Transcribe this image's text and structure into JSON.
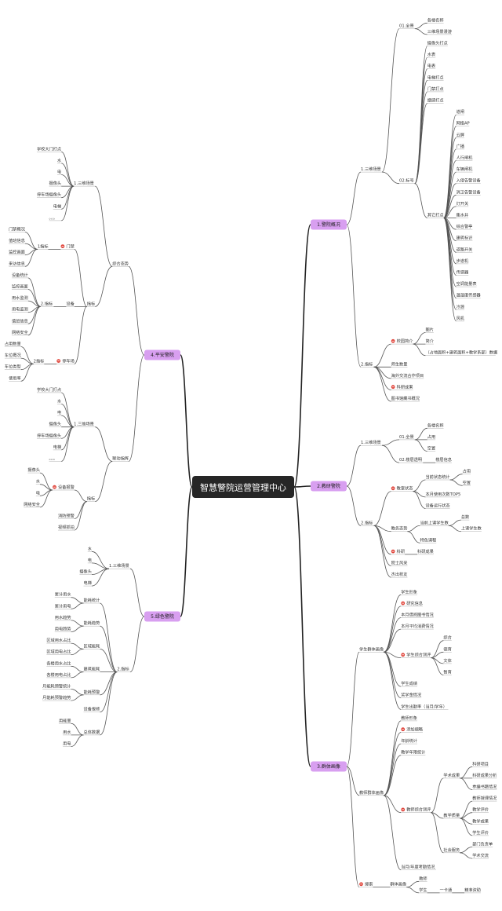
{
  "center": "智慧警院运营管理中心",
  "colors": {
    "branch": "#d89ff0",
    "center": "#262626",
    "flag": "#e0443a"
  },
  "branches": [
    {
      "name": "1.警院概况",
      "side": "right",
      "children": [
        {
          "label": "1.三维场景",
          "children": [
            {
              "label": "01.全景",
              "children": [
                {
                  "label": "各楼名称"
                },
                {
                  "label": "三维场景漫游"
                }
              ]
            },
            {
              "label": "02.标号",
              "children": [
                {
                  "label": "摄像头打点"
                },
                {
                  "label": "水表"
                },
                {
                  "label": "电表"
                },
                {
                  "label": "电梯打点"
                },
                {
                  "label": "门禁打点"
                },
                {
                  "label": "烟感打点"
                },
                {
                  "label": "其它打点",
                  "children": [
                    {
                      "label": "道闸"
                    },
                    {
                      "label": "网络AP"
                    },
                    {
                      "label": "云屏"
                    },
                    {
                      "label": "广播"
                    },
                    {
                      "label": "人行闸机"
                    },
                    {
                      "label": "车辆闸机"
                    },
                    {
                      "label": "入侵告警设备"
                    },
                    {
                      "label": "消卫告警设备"
                    },
                    {
                      "label": "灯开关"
                    },
                    {
                      "label": "集水井"
                    },
                    {
                      "label": "综合警亭"
                    },
                    {
                      "label": "建筑标识"
                    },
                    {
                      "label": "道路开关"
                    },
                    {
                      "label": "步道机"
                    },
                    {
                      "label": "传感器"
                    },
                    {
                      "label": "空调能量表"
                    },
                    {
                      "label": "温湿度传感器"
                    },
                    {
                      "label": "冷源"
                    },
                    {
                      "label": "风机"
                    }
                  ]
                }
              ]
            }
          ]
        },
        {
          "label": "2.指标",
          "children": [
            {
              "label": "校园简介",
              "flag": true,
              "children": [
                {
                  "label": "图片"
                },
                {
                  "label": "简介"
                },
                {
                  "label": "（占地面积+建筑面积+教学系部）数据"
                }
              ]
            },
            {
              "label": "师生数量"
            },
            {
              "label": "海外交流合作项目"
            },
            {
              "label": "科研成果",
              "flag": true
            },
            {
              "label": "图书馆藏书概况"
            }
          ]
        }
      ]
    },
    {
      "name": "2.教研警院",
      "side": "right",
      "children": [
        {
          "label": "1.三维场景",
          "children": [
            {
              "label": "01.全景",
              "children": [
                {
                  "label": "各楼名称"
                },
                {
                  "label": "占用"
                },
                {
                  "label": "空置"
                }
              ]
            },
            {
              "label": "02.楼层透明",
              "children": [
                {
                  "label": "楼层信息"
                }
              ]
            }
          ]
        },
        {
          "label": "2.指标",
          "children": [
            {
              "label": "教室状态",
              "flag": true,
              "children": [
                {
                  "label": "当前状态统计",
                  "children": [
                    {
                      "label": "占用"
                    },
                    {
                      "label": "空置"
                    }
                  ]
                },
                {
                  "label": "本月使用次数TOP5"
                },
                {
                  "label": "设备运行状态"
                }
              ]
            },
            {
              "label": "教务态势",
              "children": [
                {
                  "label": "当前上课学生数",
                  "children": [
                    {
                      "label": "总数"
                    },
                    {
                      "label": "上课学生数"
                    }
                  ]
                },
                {
                  "label": "特色课程"
                }
              ]
            },
            {
              "label": "科研",
              "flag": true,
              "children": [
                {
                  "label": "科研成果"
                }
              ]
            },
            {
              "label": "院士风采"
            },
            {
              "label": "杰出校友"
            }
          ]
        }
      ]
    },
    {
      "name": "3.群体画像",
      "side": "right",
      "children": [
        {
          "label": "学生群体画像",
          "children": [
            {
              "label": "学生形象"
            },
            {
              "label": "研究信息",
              "flag": true
            },
            {
              "label": "本月借阅图书情况"
            },
            {
              "label": "本月平均消费情况"
            },
            {
              "label": "学生综合测评",
              "flag": true,
              "children": [
                {
                  "label": "综合"
                },
                {
                  "label": "德育"
                },
                {
                  "label": "文体"
                },
                {
                  "label": "智育"
                }
              ]
            },
            {
              "label": "学生成绩"
            },
            {
              "label": "奖学金情况"
            },
            {
              "label": "学生出勤率（当月/学年）"
            }
          ]
        },
        {
          "label": "教师群体画像",
          "children": [
            {
              "label": "教师形象"
            },
            {
              "label": "添加缩略",
              "flag": true
            },
            {
              "label": "年龄统计"
            },
            {
              "label": "教学年限统计"
            },
            {
              "label": "教师综合测评",
              "flag": true,
              "children": [
                {
                  "label": "学术成果",
                  "children": [
                    {
                      "label": "科研项目"
                    },
                    {
                      "label": "科研成果分析"
                    },
                    {
                      "label": "参编书籍情况"
                    }
                  ]
                },
                {
                  "label": "教学质量",
                  "children": [
                    {
                      "label": "教师授课情况"
                    },
                    {
                      "label": "教学评价"
                    },
                    {
                      "label": "教学成果"
                    },
                    {
                      "label": "学生评价"
                    }
                  ]
                },
                {
                  "label": "社会服务",
                  "children": [
                    {
                      "label": "部门负责单"
                    },
                    {
                      "label": "学术交流"
                    }
                  ]
                }
              ]
            },
            {
              "label": "当月/年度考勤情况"
            }
          ]
        },
        {
          "label": "搜索",
          "flag": true,
          "children": [
            {
              "label": "群体画像",
              "children": [
                {
                  "label": "教师"
                },
                {
                  "label": "学生",
                  "children": [
                    {
                      "label": "一卡通",
                      "children": [
                        {
                          "label": "精准资助"
                        }
                      ]
                    }
                  ]
                }
              ]
            }
          ]
        }
      ]
    },
    {
      "name": "4.平安警院",
      "side": "left",
      "children": [
        {
          "label": "综合态势",
          "children": [
            {
              "label": "1.三维场景",
              "children": [
                {
                  "label": "学校大门打点"
                },
                {
                  "label": "水"
                },
                {
                  "label": "电"
                },
                {
                  "label": "摄像头"
                },
                {
                  "label": "停车场摄像头"
                },
                {
                  "label": "电梯"
                },
                {
                  "label": "。。。"
                }
              ]
            },
            {
              "label": "指标",
              "children": [
                {
                  "label": "门禁",
                  "flag": true,
                  "children": [
                    {
                      "label": "1指标",
                      "children": [
                        {
                          "label": "门禁概况"
                        },
                        {
                          "label": "值班信息"
                        },
                        {
                          "label": "监控画面"
                        },
                        {
                          "label": "来访信息"
                        }
                      ]
                    }
                  ]
                },
                {
                  "label": "设备",
                  "children": [
                    {
                      "label": "2.指标",
                      "children": [
                        {
                          "label": "设备统计"
                        },
                        {
                          "label": "监控画面"
                        },
                        {
                          "label": "用水监测"
                        },
                        {
                          "label": "用电监测"
                        },
                        {
                          "label": "值班信息"
                        },
                        {
                          "label": "网络安全"
                        }
                      ]
                    }
                  ]
                },
                {
                  "label": "停车场",
                  "flag": true,
                  "children": [
                    {
                      "label": "2指标",
                      "children": [
                        {
                          "label": "占用数量"
                        },
                        {
                          "label": "车位概况"
                        },
                        {
                          "label": "车位类型"
                        },
                        {
                          "label": "使用率"
                        }
                      ]
                    }
                  ]
                }
              ]
            }
          ]
        },
        {
          "label": "联动指挥",
          "children": [
            {
              "label": "1.三维场景",
              "children": [
                {
                  "label": "学校大门打点"
                },
                {
                  "label": "水"
                },
                {
                  "label": "电"
                },
                {
                  "label": "摄像头"
                },
                {
                  "label": "停车场摄像头"
                },
                {
                  "label": "电梯"
                },
                {
                  "label": "。。。"
                }
              ]
            },
            {
              "label": "指标",
              "children": [
                {
                  "label": "设备报警",
                  "flag": true,
                  "children": [
                    {
                      "label": "摄像头"
                    },
                    {
                      "label": "水"
                    },
                    {
                      "label": "电"
                    },
                    {
                      "label": "网络安全"
                    }
                  ]
                },
                {
                  "label": "消防预警"
                },
                {
                  "label": "视频抓拍"
                }
              ]
            }
          ]
        }
      ]
    },
    {
      "name": "5.绿色警院",
      "side": "left",
      "children": [
        {
          "label": "1.三维场景",
          "children": [
            {
              "label": "水"
            },
            {
              "label": "电"
            },
            {
              "label": "摄像头"
            },
            {
              "label": "电梯"
            }
          ]
        },
        {
          "label": "2.指标",
          "children": [
            {
              "label": "能耗统计",
              "children": [
                {
                  "label": "累计用水"
                },
                {
                  "label": "累计用电"
                }
              ]
            },
            {
              "label": "能耗趋势",
              "children": [
                {
                  "label": "用水趋势"
                },
                {
                  "label": "用电趋势"
                }
              ]
            },
            {
              "label": "区域能耗",
              "children": [
                {
                  "label": "区域用水占比"
                },
                {
                  "label": "区域用电占比"
                }
              ]
            },
            {
              "label": "建筑能耗",
              "children": [
                {
                  "label": "各楼用水占比"
                },
                {
                  "label": "各楼用电占比"
                }
              ]
            },
            {
              "label": "能耗预警",
              "children": [
                {
                  "label": "月能耗预警统计"
                },
                {
                  "label": "月能耗预警趋势"
                }
              ]
            },
            {
              "label": "设备报修"
            },
            {
              "label": "总体数据",
              "children": [
                {
                  "label": "用能量"
                },
                {
                  "label": "用水"
                },
                {
                  "label": "用电"
                }
              ]
            }
          ]
        }
      ]
    }
  ]
}
